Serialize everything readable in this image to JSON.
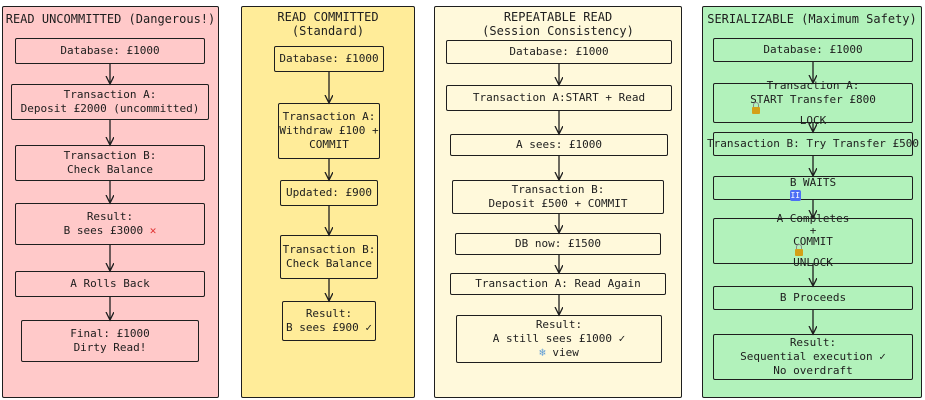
{
  "columns": [
    {
      "title": "READ UNCOMMITTED (Dangerous!)",
      "subtitle": "",
      "bg": "#ffc9c9",
      "boxes": [
        {
          "lines": [
            "Database: £1000"
          ]
        },
        {
          "lines": [
            "Transaction A:",
            "Deposit £2000 (uncommitted)"
          ]
        },
        {
          "lines": [
            "Transaction B:",
            "Check Balance"
          ]
        },
        {
          "lines": [
            "Result:",
            "B sees £3000"
          ],
          "mark": "✕"
        },
        {
          "lines": [
            "A Rolls Back"
          ]
        },
        {
          "lines": [
            "Final: £1000",
            "Dirty Read!"
          ]
        }
      ]
    },
    {
      "title": "READ COMMITTED",
      "subtitle": "(Standard)",
      "bg": "#ffec99",
      "boxes": [
        {
          "lines": [
            "Database: £1000"
          ]
        },
        {
          "lines": [
            "Transaction A:",
            "Withdraw £100 +",
            "COMMIT"
          ]
        },
        {
          "lines": [
            "Updated: £900"
          ]
        },
        {
          "lines": [
            "Transaction B:",
            "Check Balance"
          ]
        },
        {
          "lines": [
            "Result:",
            "B sees £900 ✓"
          ]
        }
      ]
    },
    {
      "title": "REPEATABLE READ",
      "subtitle": "(Session Consistency)",
      "bg": "#fff9db",
      "boxes": [
        {
          "lines": [
            "Database: £1000"
          ]
        },
        {
          "lines": [
            "Transaction A:START + Read"
          ]
        },
        {
          "lines": [
            "A sees: £1000"
          ]
        },
        {
          "lines": [
            "Transaction B:",
            "Deposit £500 + COMMIT"
          ]
        },
        {
          "lines": [
            "DB now: £1500"
          ]
        },
        {
          "lines": [
            "Transaction A: Read Again"
          ]
        },
        {
          "lines": [
            "Result:",
            "A still sees £1000 ✓",
            "view"
          ],
          "snow": "❄"
        }
      ]
    },
    {
      "title": "SERIALIZABLE (Maximum Safety)",
      "subtitle": "",
      "bg": "#b2f2bb",
      "boxes": [
        {
          "lines": [
            "Database: £1000"
          ]
        },
        {
          "lines": [
            "Transaction A:",
            "START Transfer £800",
            "LOCK"
          ]
        },
        {
          "lines": [
            "Transaction B: Try Transfer £500"
          ]
        },
        {
          "lines": [
            "B WAITS"
          ],
          "badge": "II"
        },
        {
          "lines": [
            "A Completes",
            "+",
            "COMMIT",
            "UNLOCK"
          ]
        },
        {
          "lines": [
            "B Proceeds"
          ]
        },
        {
          "lines": [
            "Result:",
            "Sequential execution ✓",
            "No overdraft"
          ]
        }
      ]
    }
  ]
}
